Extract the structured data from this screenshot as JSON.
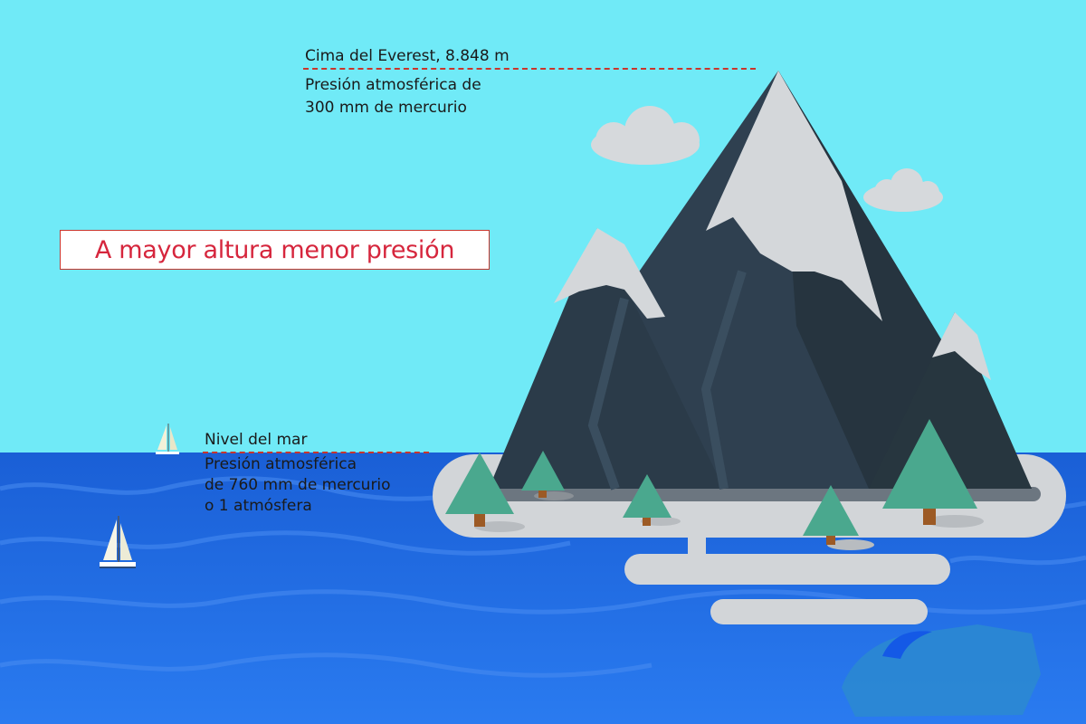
{
  "headline": "A mayor altura menor presión",
  "everest": {
    "title": "Cima del Everest, 8.848 m",
    "pressure_line1": "Presión atmosférica de",
    "pressure_line2": "300 mm de mercurio"
  },
  "sea_level": {
    "title": "Nivel del mar",
    "pressure_line1": "Presión atmosférica",
    "pressure_line2": "de 760 mm de mercurio",
    "pressure_line3": "o 1 atmósfera"
  },
  "colors": {
    "sky": "#70eaf7",
    "sea": "#1f66e0",
    "mountain": "#2e3f4f",
    "snow": "#d0d4d7",
    "tree": "#4aa88e",
    "accent_red": "#d6263d",
    "dash_red": "#c9352c"
  }
}
